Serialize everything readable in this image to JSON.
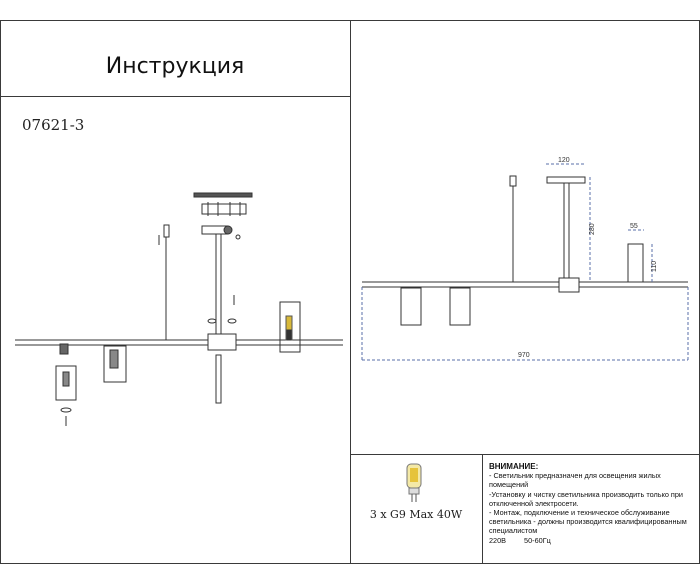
{
  "header": {
    "title": "Инструкция"
  },
  "product": {
    "model": "07621-3"
  },
  "dimensions": {
    "width": "120",
    "height": "280",
    "shade_width": "55",
    "shade_height": "110",
    "total_length": "970"
  },
  "lamp": {
    "spec": "3 x G9 Max 40W"
  },
  "notice": {
    "heading": "ВНИМАНИЕ:",
    "lines": [
      " - Светильник предназначен для освещения жилых",
      "  помещений",
      " -Установку и чистку светильника производить только при",
      "  отключенной электросети.",
      " - Монтаж, подключение и техническое обслуживание",
      "  светильника - должны производится квалифицированным",
      "  специалистом"
    ],
    "voltage": "220В",
    "frequency": "50-60Гц"
  }
}
